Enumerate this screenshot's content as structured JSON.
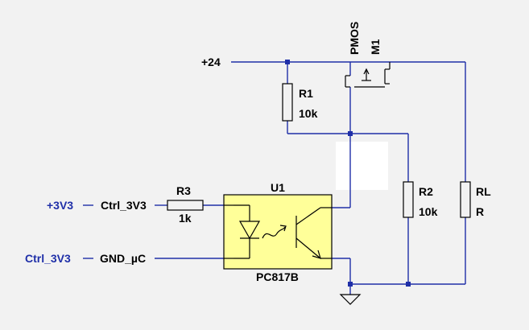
{
  "nets": {
    "supply": "+24",
    "input_top_net": "+3V3",
    "input_top_signal": "Ctrl_3V3",
    "input_bottom_net": "Ctrl_3V3",
    "input_bottom_signal": "GND_µC"
  },
  "components": {
    "r1": {
      "ref": "R1",
      "value": "10k"
    },
    "r2": {
      "ref": "R2",
      "value": "10k"
    },
    "r3": {
      "ref": "R3",
      "value": "1k"
    },
    "rl": {
      "ref": "RL",
      "value": "R"
    },
    "m1": {
      "ref": "M1",
      "type": "PMOS"
    },
    "u1": {
      "ref": "U1",
      "part": "PC817B"
    }
  },
  "colors": {
    "wire": "#1f2fa8",
    "opto_fill": "#ffff99",
    "background": "#f2f2f2"
  }
}
